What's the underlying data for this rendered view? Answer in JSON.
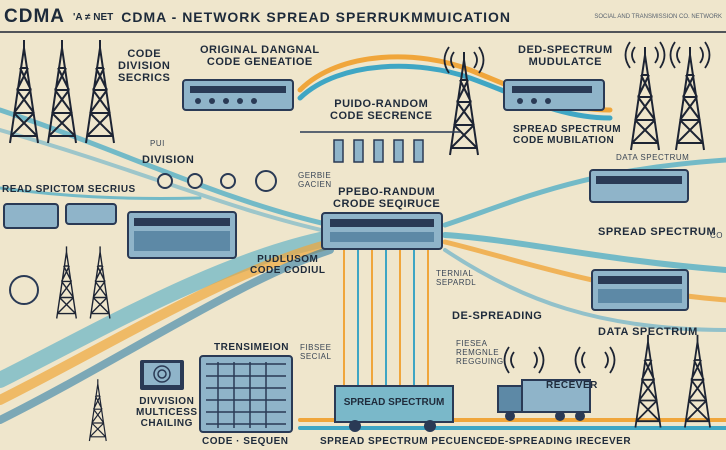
{
  "title": {
    "main": "CDMA",
    "fragment": "'A ≠ NET",
    "subtitle": "CDMA - NETWORK SPREAD SPERRUKMMUICATION",
    "fine_print": "SOCIAL AND TRANSMISSION CO. NETWORK"
  },
  "labels": {
    "code_division": "CODE\nDIVISION\nSECRICS",
    "original_generator": "ORIGINAL DANGNAL\nCODE GENEATIOE",
    "de_spectrum_modulate": "DED-SPECTRUM\nMUDULATCE",
    "pseudo_random_top": "PUIDO-RANDOM\nCODE SECRENCE",
    "spread_code_modulation": "SPREAD SPECTRUM\nCODE MUBILATION",
    "division": "DIVISION",
    "spread_spectrum_secrius": "READ SPICTOM SECRIUS",
    "central_pseudo": "PPEBO-RANDUM\nCRODE SEQIRUCE",
    "gerbie_gacien": "GERBIE\nGACIEN",
    "data_spectrum_top": "DATA SPECTRUM",
    "spread_spectrum_right": "SPREAD SPECTRUM",
    "code_coduil": "PUDLUSOM\nCODE CODIUL",
    "ternral_separol": "TERNIAL\nSEPARDL",
    "de_spreading": "DE-SPREADING",
    "data_spectrum_bottom": "DATA SPECTRUM",
    "transimeion": "TRENSIMEION",
    "division_multicess": "DIVVISION\nMULTICESS\nCHAILING",
    "fibsee_seicl": "FIBSEE\nSECIAL",
    "fiesea_reseeng": "FIESEA\nREMGNLE\nREGGUING",
    "recever": "RECEVER",
    "truck_label": "SPREAD SPECTRUM",
    "footer_code": "CODE · SEQUEN",
    "footer_spread": "SPREAD SPECTRUM PECUENCE",
    "footer_despread": "DE-SPREADING IRECEVER",
    "pi_label": "PUI",
    "co_label": "CO"
  },
  "colors": {
    "background": "#efe6cc",
    "teal": "#3fa6c4",
    "orange": "#f0a63b",
    "navy": "#2a3a55",
    "panel": "#8fb4c9",
    "tower": "#1d2433"
  },
  "icons": [
    "antenna-tower-icon",
    "signal-waves-icon",
    "equipment-box-icon",
    "truck-icon",
    "monitor-icon",
    "fingerprint-icon"
  ]
}
